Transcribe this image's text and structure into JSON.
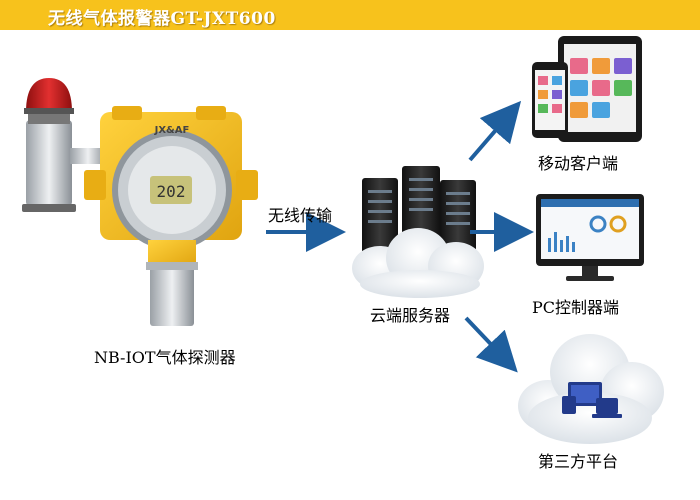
{
  "header": {
    "title": "无线气体报警器GT-JXT600",
    "accent_color": "#f7c21c"
  },
  "device": {
    "brand_label": "JX&AF",
    "display_value": "202",
    "caption": "NB-IOT气体探测器"
  },
  "link": {
    "label": "无线传输"
  },
  "cloud": {
    "caption": "云端服务器"
  },
  "endpoints": [
    {
      "label": "移动客户端",
      "icon": "tablet-phone-icon"
    },
    {
      "label": "PC控制器端",
      "icon": "monitor-icon"
    },
    {
      "label": "第三方平台",
      "icon": "cloud-devices-icon"
    }
  ],
  "colors": {
    "arrow": "#1f5f9e",
    "device_body": "#f2b81e",
    "alarm_light": "#c41818"
  }
}
